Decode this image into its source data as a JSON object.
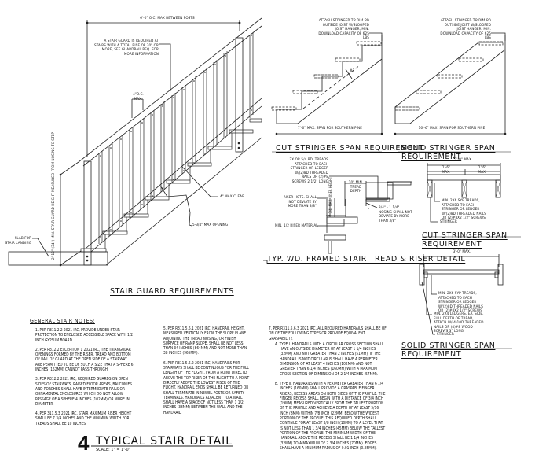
{
  "sheet": {
    "detail_number": "4",
    "detail_title": "TYPICAL STAIR DETAIL",
    "scale": "SCALE: 1\" = 1'-0\""
  },
  "stair_guard": {
    "title": "STAIR GUARD REQUIREMENTS",
    "post_spacing": "6'-0\" O.C. MAX BETWEEN POSTS",
    "guard_note": "A STAIR GUARD IS REQUIRED AT STAIRS WITH A TOTAL RISE OF 30\" OR MORE, SEE GUARDRAIL REQ. FOR MORE INFORMATION",
    "baluster_spacing": "4\"O.C. MAX.",
    "clear_note": "4\" MAX CLEAR",
    "sphere_note": "5-3/4\" MAX OPENING",
    "height_note": "2'-10\" (34\") MIN. STAIR GUARD HEIGHT MEASURED FROM NOSING TO STEP",
    "slab_note": "SLAB FOR STAIR LANDING"
  },
  "cut_stringer": {
    "title": "CUT STRINGER SPAN REQUIREMENT",
    "attach_note": "ATTACH STRINGER TO RIM OR OUTSIDE JOIST w/SLOOPED JOIST HANGER, MIN. DOWNLOAD CAPACITY OF 625 LBS",
    "depth_mark": "#3",
    "span": "7'-0\" MAX. SPAN FOR SOUTHERN PINE"
  },
  "solid_stringer": {
    "title": "SOLID STRINGER SPAN REQUIREMENT",
    "attach_note": "ATTACH STRINGER TO RIM OR OUTSIDE JOIST w/SLOOPED JOIST HANGER, MIN. DOWNLOAD CAPACITY OF 625 LBS",
    "span": "16'-6\" MAX. SPAN FOR SOUTHERN PINE"
  },
  "tread_riser": {
    "title": "TYP. WD. FRAMED STAIR TREAD & RISER DETAIL",
    "tread_note": "2X OR 5/4 BD. TREADS ATTACHED TO EACH STRINGER OR LEDGER w/(2)8d THREADED NAILS OR (2)#8 SCREWS 2 1/2\" LONG",
    "tread_depth": "10\" MIN. TREAD DEPTH",
    "riser_height": "7 3/4\" MAX. RISER HEIGHT",
    "riser_note": "RISER HGTS. SHALL NOT DEVIATE BY MORE THAN 3/8\"",
    "nosing_note": "3/4\" - 1 1/4\" NOSING SHALL NOT DEVIATE BY MORE THAN 3/8\"",
    "riser_material": "MIN. 1/2 RISER MATERIAL"
  },
  "cut_stringer_plan": {
    "title": "CUT STRINGER SPAN REQUIREMENT",
    "overall": "3'-0\" MAX.",
    "left": "1'-6\" MAX.",
    "right": "1'-6\" MAX.",
    "tread_note": "MIN. 2x6 SYP TREADS, ATTACHED TO EACH STRINGER OR LEDGER w/(2)8d THREADED NAILS OR (2)#8x2 1/2\" SCREWS",
    "stringer_label": "STRINGER"
  },
  "solid_stringer_plan": {
    "title": "SOLID STRINGER SPAN REQUIREMENT",
    "overall": "3'-0\" MAX.",
    "tread_note": "MIN. 2x6 SYP TREADS, ATTACHED TO EACH STRINGER OR LEDGER w/(2)8d THREADED NAILS OR (2)#8x2 1/2\" SCREWS",
    "ledger_note": "MIN. 2x4 LEDGERS, EA. SIDE, FULL DEPTH OF TREAD, ATTACH w/(4)10d THREADED NAILS OR (4)#8 WOOD SCREWS 3\" LONG",
    "stringer_label": "STRINGER"
  },
  "general_notes": {
    "heading": "GENERAL STAIR NOTES:",
    "col1": [
      "1.  PER R311.2.2 2021 IRC, PROVIDE UNDER STAIR PROTECTION TO ENCLOSED ACCESSIBLE SPACE WITH 1/2 INCH GYPSUM BOARD.",
      "2.  PER R312.2 EXCEPTION 1 2021 IRC, THE TRIANGULAR OPENINGS FORMED BY THE RISER, TREAD AND BOTTOM OF RAIL OF GUARD AT THE OPEN SIDE OF A STAIRWAY ARE PERMITTED TO BE OF SUCH A SIZE THAT A SPHERE 6 INCHES (152mm) CANNOT PASS THROUGH.",
      "3.  PER R312.2 2021 IRC, REQUIRED GUARDS ON OPEN SIDES OF STAIRWAYS, RAISED FLOOR AREAS, BALCONIES AND PORCHES SHALL HAVE INTERMEDIATE RAILS OR ORNAMENTAL ENCLOSURES WHICH DO NOT ALLOW PASSAGE OF A SPHERE 4 INCHES (102mm) OR MORE IN DIAMETER.",
      "4.  PER 311.5.3 2021 IRC, STAIR MAXIMUM RISER HEIGHT SHALL BE 7 3/4 INCHES AND THE MINIMUM WIDTH FOR TREADS SHALL BE 10 INCHES."
    ],
    "col2": [
      "5.  PER R311.5.6.1 2021 IRC, HANDRAIL HEIGHT, MEASURED VERTICALLY FROM THE SLOPE PLANE ADJOINING THE TREAD NOSING, OR FINISH SURFACE OF RAMP SLOPE, SHALL BE NOT LESS THAN 34 INCHES (864mm) AND NOT MORE THAN 38 INCHES (965mm).",
      "6.  PER R311.5.6.2 2021 IRC, HANDRAILS FOR STAIRWAYS SHALL BE CONTINUOUS FOR THE FULL LENGTH OF THE FLIGHT, FROM A POINT DIRECTLY ABOVE THE TOP RISER OF THE FLIGHT TO A POINT DIRECTLY ABOVE THE LOWEST RISER OF THE FLIGHT. HANDRAIL ENDS SHALL BE RETURNED OR SHALL TERMINATE IN NEWEL POSTS OR SAFETY TERMINALS.  HANDRAILS ADJACENT TO A WALL SHALL HAVE A SPACE OF NOT LESS THAN 1 1/2 INCHES (38mm) BETWEEN THE WALL AND THE HANDRAIL."
    ],
    "col3_intro": "7.  PER R311.5.6.3 2021 IRC, ALL REQUIRED HANDRAILS SHALL BE OF ON OF THE FOLLOWING TYPES OR PROVIDE EQUIVALENT GRASPABILITY.",
    "col3_sub": [
      "A. TYPE I. HANDRAILS WITH A CIRCULAR CROSS SECTION SHALL HAVE AN OUTSIDE DIAMETER OF AT LEAST 1 1/4 INCHES (32mm) AND NOT GREATER THAN 2 INCHES (51mm).  IF THE HANDRAIL IS NOT CIRCULAR IS SHALL HAVE A PERIMETER DIMENSION OF AT LEAST 4 INCHES (102mm) AND NOT GREATER THAN 6 1/4 INCHES (160mm) WITH A MAXIMUM CROSS SECTION OF DIMENSION OF 2 1/4 INCHES (57mm).",
      "B. TYPE II. HANDRAILS WITH A PERIMETER GREATER THAN 6 1/4 INCHES (160mm) SHALL PROVIDE A GRASPABLE FINGER RISERS, RECESS AREAS ON BOTH SIDES OF THE PROFILE.  THE FINGER RECESS SHALL BEGIN WITH A DISTANCE OF 3/4 INCH (19mm) MEASURED VERTICALLY FROM THE TALLEST PORTION OF THE PROFILE AND ACHIEVE A DEPTH OF AT LEAST 5/16 INCH (8mm) WITHIN 7/8 INCH (22mm) BELOW THE WIDEST PORTION OF THE PROFILE.  THIS REQUIRED DEPTH SHALL CONTINUE FOR AT LEAST 3/8 INCH (10mm) TO A LEVEL THAT IS NOT LESS THAN 1 3/4 INCHES (45mm) BELOW THE TALLEST PORTION OF THE PROFILE.  THE MINIMUM WIDTH OF THE HANDRAIL ABOVE THE RECESS SHALL BE 1 1/4 INCHES (32mm) TO A MAXIMUM OF 2 3/4 INCHES (70mm).  EDGES SHALL HAVE A MINIMUM RADIUS OF 0.01 INCH (0.25mm)."
    ]
  }
}
